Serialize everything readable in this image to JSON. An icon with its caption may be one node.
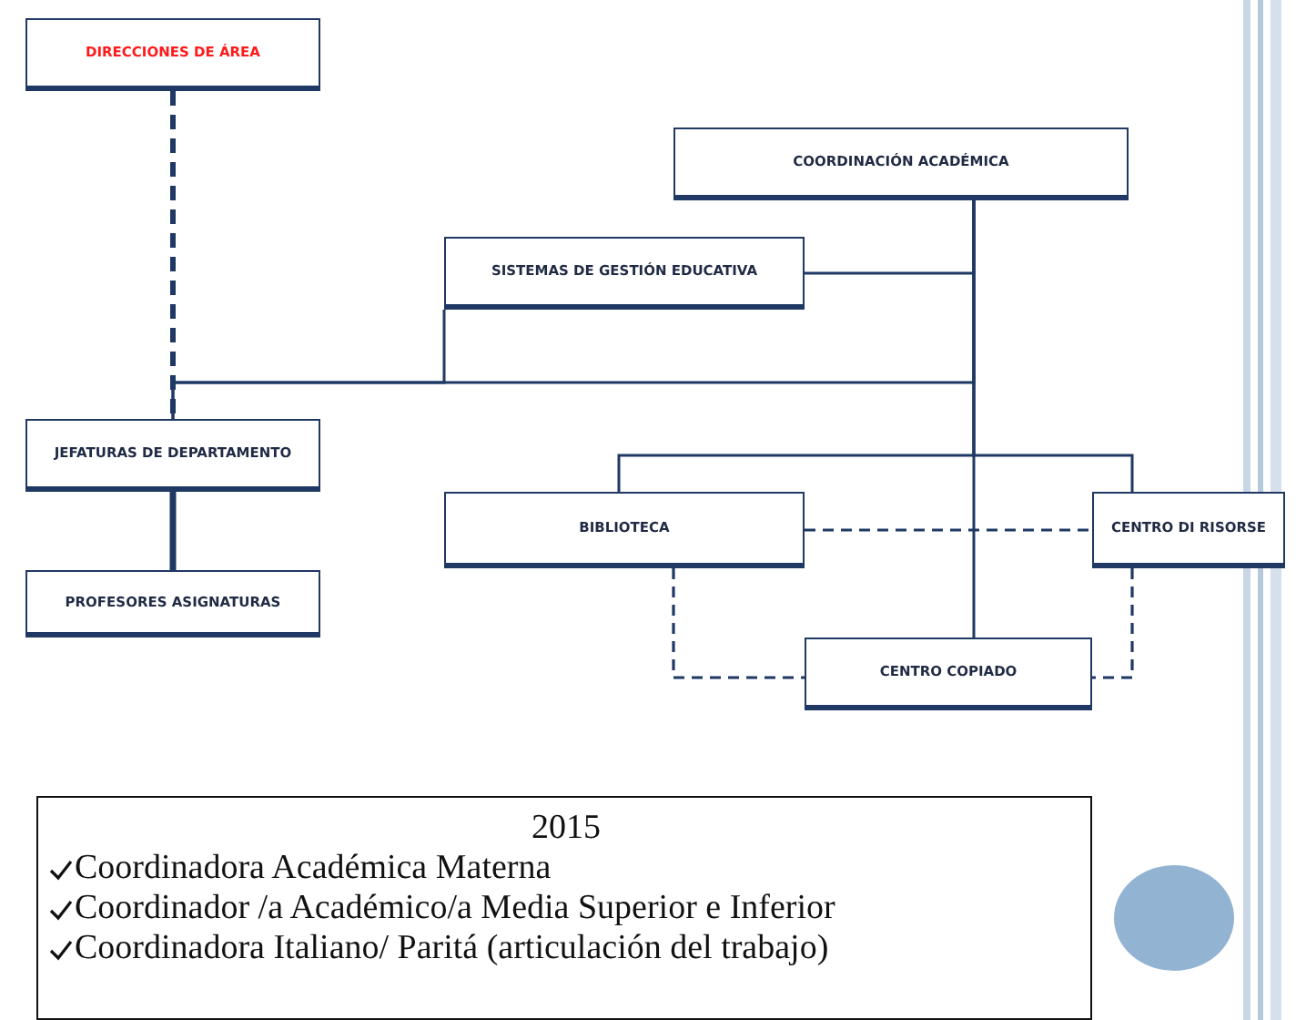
{
  "diagram": {
    "nodes": [
      {
        "text": [
          "DIRECCIONES DE ÁREA"
        ]
      },
      {
        "text": [
          "COORDINACIÓN ACADÉMICA"
        ]
      },
      {
        "text": [
          "SISTEMAS DE GESTIÓN EDUCATIVA"
        ]
      },
      {
        "text": [
          "JEFATURAS DE DEPARTAMENTO"
        ]
      },
      {
        "text": [
          "BIBLIOTECA"
        ]
      },
      {
        "text": [
          "CENTRO DI RISORSE"
        ]
      },
      {
        "text": [
          "PROFESORES ASIGNATURAS"
        ]
      },
      {
        "text": [
          "CENTRO COPIADO"
        ]
      },
      {
        "text": [
          "2015",
          "Coordinadora Académica Materna",
          "Coordinador /a Académico/a Media Superior e Inferior",
          "Coordinadora Italiano/ Paritá (articulación del trabajo)"
        ]
      }
    ],
    "edges": [
      {
        "from": 0,
        "to": 3,
        "arrow": "none",
        "style": "dashed"
      },
      {
        "from": 1,
        "to": 2,
        "arrow": "none"
      },
      {
        "from": 1,
        "to": 3,
        "arrow": "none"
      },
      {
        "from": 2,
        "to": 3,
        "arrow": "none"
      },
      {
        "from": 3,
        "to": 6,
        "arrow": "none",
        "style": "thick"
      },
      {
        "from": 1,
        "to": 4,
        "arrow": "none"
      },
      {
        "from": 1,
        "to": 5,
        "arrow": "none"
      },
      {
        "from": 1,
        "to": 7,
        "arrow": "none"
      },
      {
        "from": 4,
        "to": 5,
        "arrow": "none",
        "style": "dashed"
      },
      {
        "from": 4,
        "to": 7,
        "arrow": "none",
        "style": "dashed"
      },
      {
        "from": 5,
        "to": 7,
        "arrow": "none",
        "style": "dashed"
      }
    ]
  }
}
